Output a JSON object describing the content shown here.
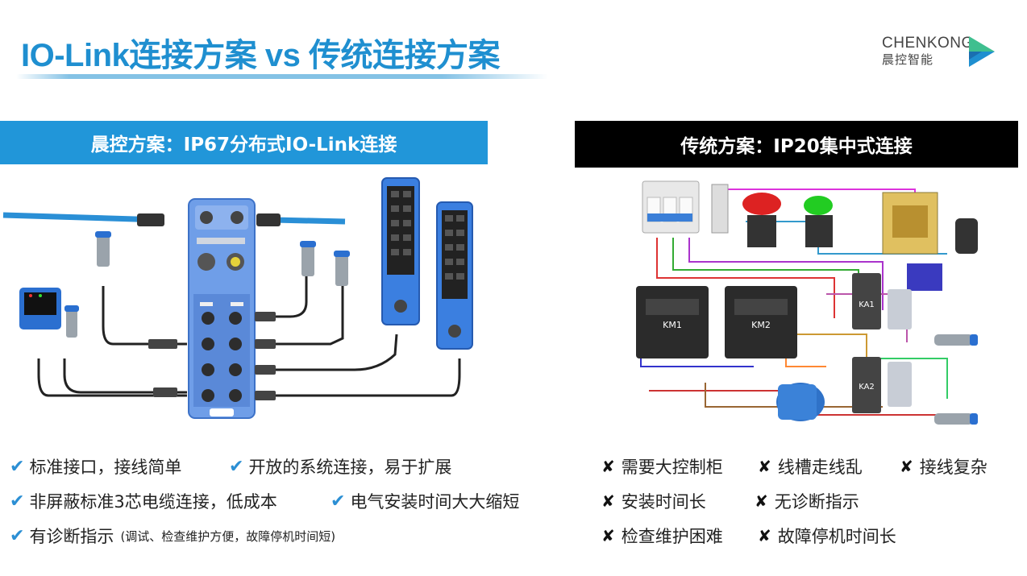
{
  "title": "IO-Link连接方案 vs 传统连接方案",
  "logo": {
    "name": "CHENKONG",
    "sub": "晨控智能"
  },
  "colors": {
    "accent": "#2196d9",
    "title": "#1f8fd0",
    "dark": "#000000"
  },
  "left": {
    "header": "晨控方案：IP67分布式IO-Link连接",
    "bullets": [
      {
        "icon": "check-icon",
        "text": "标准接口，接线简单"
      },
      {
        "icon": "check-icon",
        "text": "开放的系统连接，易于扩展"
      },
      {
        "icon": "check-icon",
        "text": "非屏蔽标准3芯电缆连接，低成本"
      },
      {
        "icon": "check-icon",
        "text": "电气安装时间大大缩短"
      },
      {
        "icon": "check-icon",
        "text": "有诊断指示",
        "note": "(调试、检查维护方便，故障停机时间短)"
      }
    ]
  },
  "right": {
    "header": "传统方案：IP20集中式连接",
    "labels": {
      "km1": "KM1",
      "km2": "KM2",
      "ka1": "KA1",
      "ka2": "KA2"
    },
    "bullets": [
      {
        "icon": "cross-icon",
        "text": "需要大控制柜"
      },
      {
        "icon": "cross-icon",
        "text": "线槽走线乱"
      },
      {
        "icon": "cross-icon",
        "text": "接线复杂"
      },
      {
        "icon": "cross-icon",
        "text": "安装时间长"
      },
      {
        "icon": "cross-icon",
        "text": "无诊断指示"
      },
      {
        "icon": "cross-icon",
        "text": "检查维护困难"
      },
      {
        "icon": "cross-icon",
        "text": "故障停机时间长"
      }
    ]
  },
  "glyphs": {
    "check": "✔",
    "cross": "✘"
  }
}
